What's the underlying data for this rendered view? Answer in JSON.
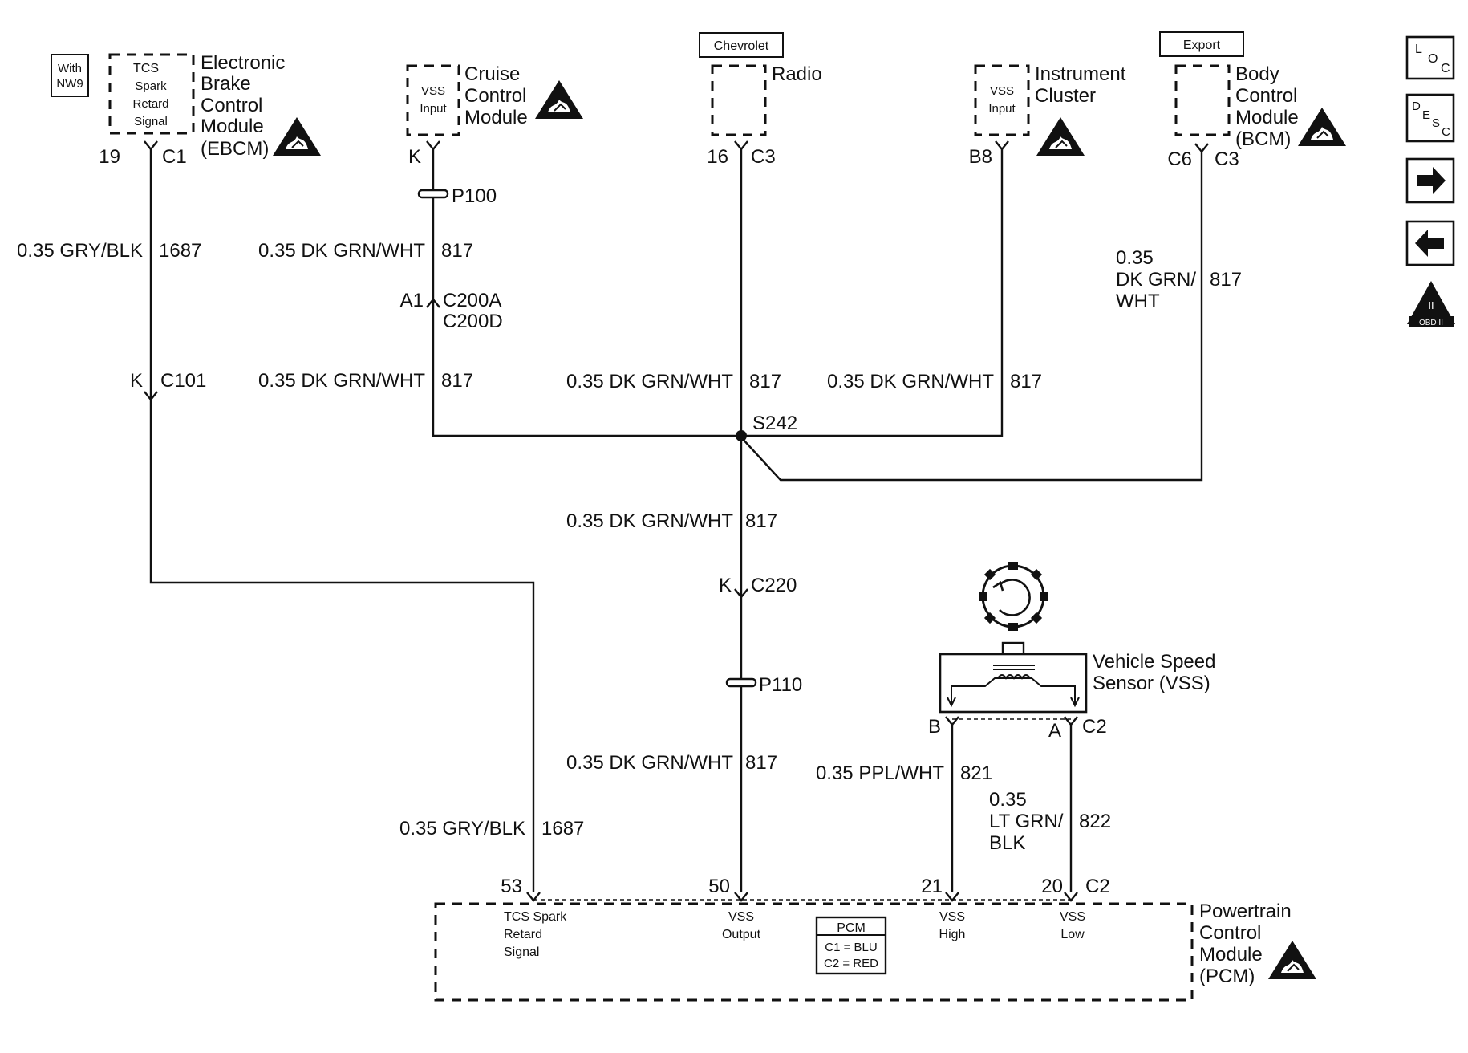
{
  "modules": {
    "ebcm": {
      "option": [
        "With",
        "NW9"
      ],
      "input": [
        "TCS",
        "Spark",
        "Retard",
        "Signal"
      ],
      "name": [
        "Electronic",
        "Brake",
        "Control",
        "Module",
        "(EBCM)"
      ],
      "pin": "19",
      "conn": "C1"
    },
    "cruise": {
      "input": [
        "VSS",
        "Input"
      ],
      "name": [
        "Cruise",
        "Control",
        "Module"
      ],
      "pin": "K"
    },
    "radio": {
      "option": "Chevrolet",
      "name": "Radio",
      "pin": "16",
      "conn": "C3"
    },
    "cluster": {
      "input": [
        "VSS",
        "Input"
      ],
      "name": [
        "Instrument",
        "Cluster"
      ],
      "pin": "B8"
    },
    "bcm": {
      "option": "Export",
      "name": [
        "Body",
        "Control",
        "Module",
        "(BCM)"
      ],
      "pin": "C6",
      "conn": "C3"
    },
    "pcm": {
      "name": [
        "Powertrain",
        "Control",
        "Module",
        "(PCM)"
      ],
      "legend": [
        "PCM",
        "C1 = BLU",
        "C2 = RED"
      ],
      "pins": [
        {
          "pin": "53",
          "label": [
            "TCS Spark",
            "Retard",
            "Signal"
          ]
        },
        {
          "pin": "50",
          "label": [
            "VSS",
            "Output"
          ]
        },
        {
          "pin": "21",
          "label": [
            "VSS",
            "High"
          ]
        },
        {
          "pin": "20",
          "conn": "C2",
          "label": [
            "VSS",
            "Low"
          ]
        }
      ]
    },
    "vss": {
      "name": [
        "Vehicle Speed",
        "Sensor (VSS)"
      ],
      "pin_b": "B",
      "pin_a": "A",
      "conn": "C2"
    }
  },
  "wires": {
    "w1687_top": {
      "gauge": "0.35 GRY/BLK",
      "circuit": "1687"
    },
    "w1687_bot": {
      "gauge": "0.35 GRY/BLK",
      "circuit": "1687"
    },
    "w817_cruise_top": {
      "gauge": "0.35 DK GRN/WHT",
      "circuit": "817"
    },
    "w817_cruise_bot": {
      "gauge": "0.35 DK GRN/WHT",
      "circuit": "817"
    },
    "w817_radio": {
      "gauge": "0.35 DK GRN/WHT",
      "circuit": "817"
    },
    "w817_cluster": {
      "gauge": "0.35 DK GRN/WHT",
      "circuit": "817"
    },
    "w817_bcm": {
      "gauge": [
        "0.35",
        "DK GRN/",
        "WHT"
      ],
      "circuit": "817"
    },
    "w817_mid": {
      "gauge": "0.35 DK GRN/WHT",
      "circuit": "817"
    },
    "w817_low": {
      "gauge": "0.35 DK GRN/WHT",
      "circuit": "817"
    },
    "w821": {
      "gauge": "0.35 PPL/WHT",
      "circuit": "821"
    },
    "w822": {
      "gauge": [
        "0.35",
        "LT GRN/",
        "BLK"
      ],
      "circuit": "822"
    }
  },
  "connectors": {
    "c101": {
      "pin": "K",
      "name": "C101"
    },
    "p100": "P100",
    "c200": {
      "pin": "A1",
      "top": "C200A",
      "bottom": "C200D"
    },
    "s242": "S242",
    "c220": {
      "pin": "K",
      "name": "C220"
    },
    "p110": "P110"
  },
  "nav_icons": [
    {
      "name": "loc-icon",
      "text": [
        "L",
        "O",
        "C"
      ]
    },
    {
      "name": "desc-icon",
      "text": [
        "D",
        "E",
        "S",
        "C"
      ]
    },
    {
      "name": "next-arrow-icon",
      "text": []
    },
    {
      "name": "back-arrow-icon",
      "text": []
    },
    {
      "name": "obd-ii-icon",
      "text": [
        "II",
        "OBD II"
      ]
    }
  ]
}
